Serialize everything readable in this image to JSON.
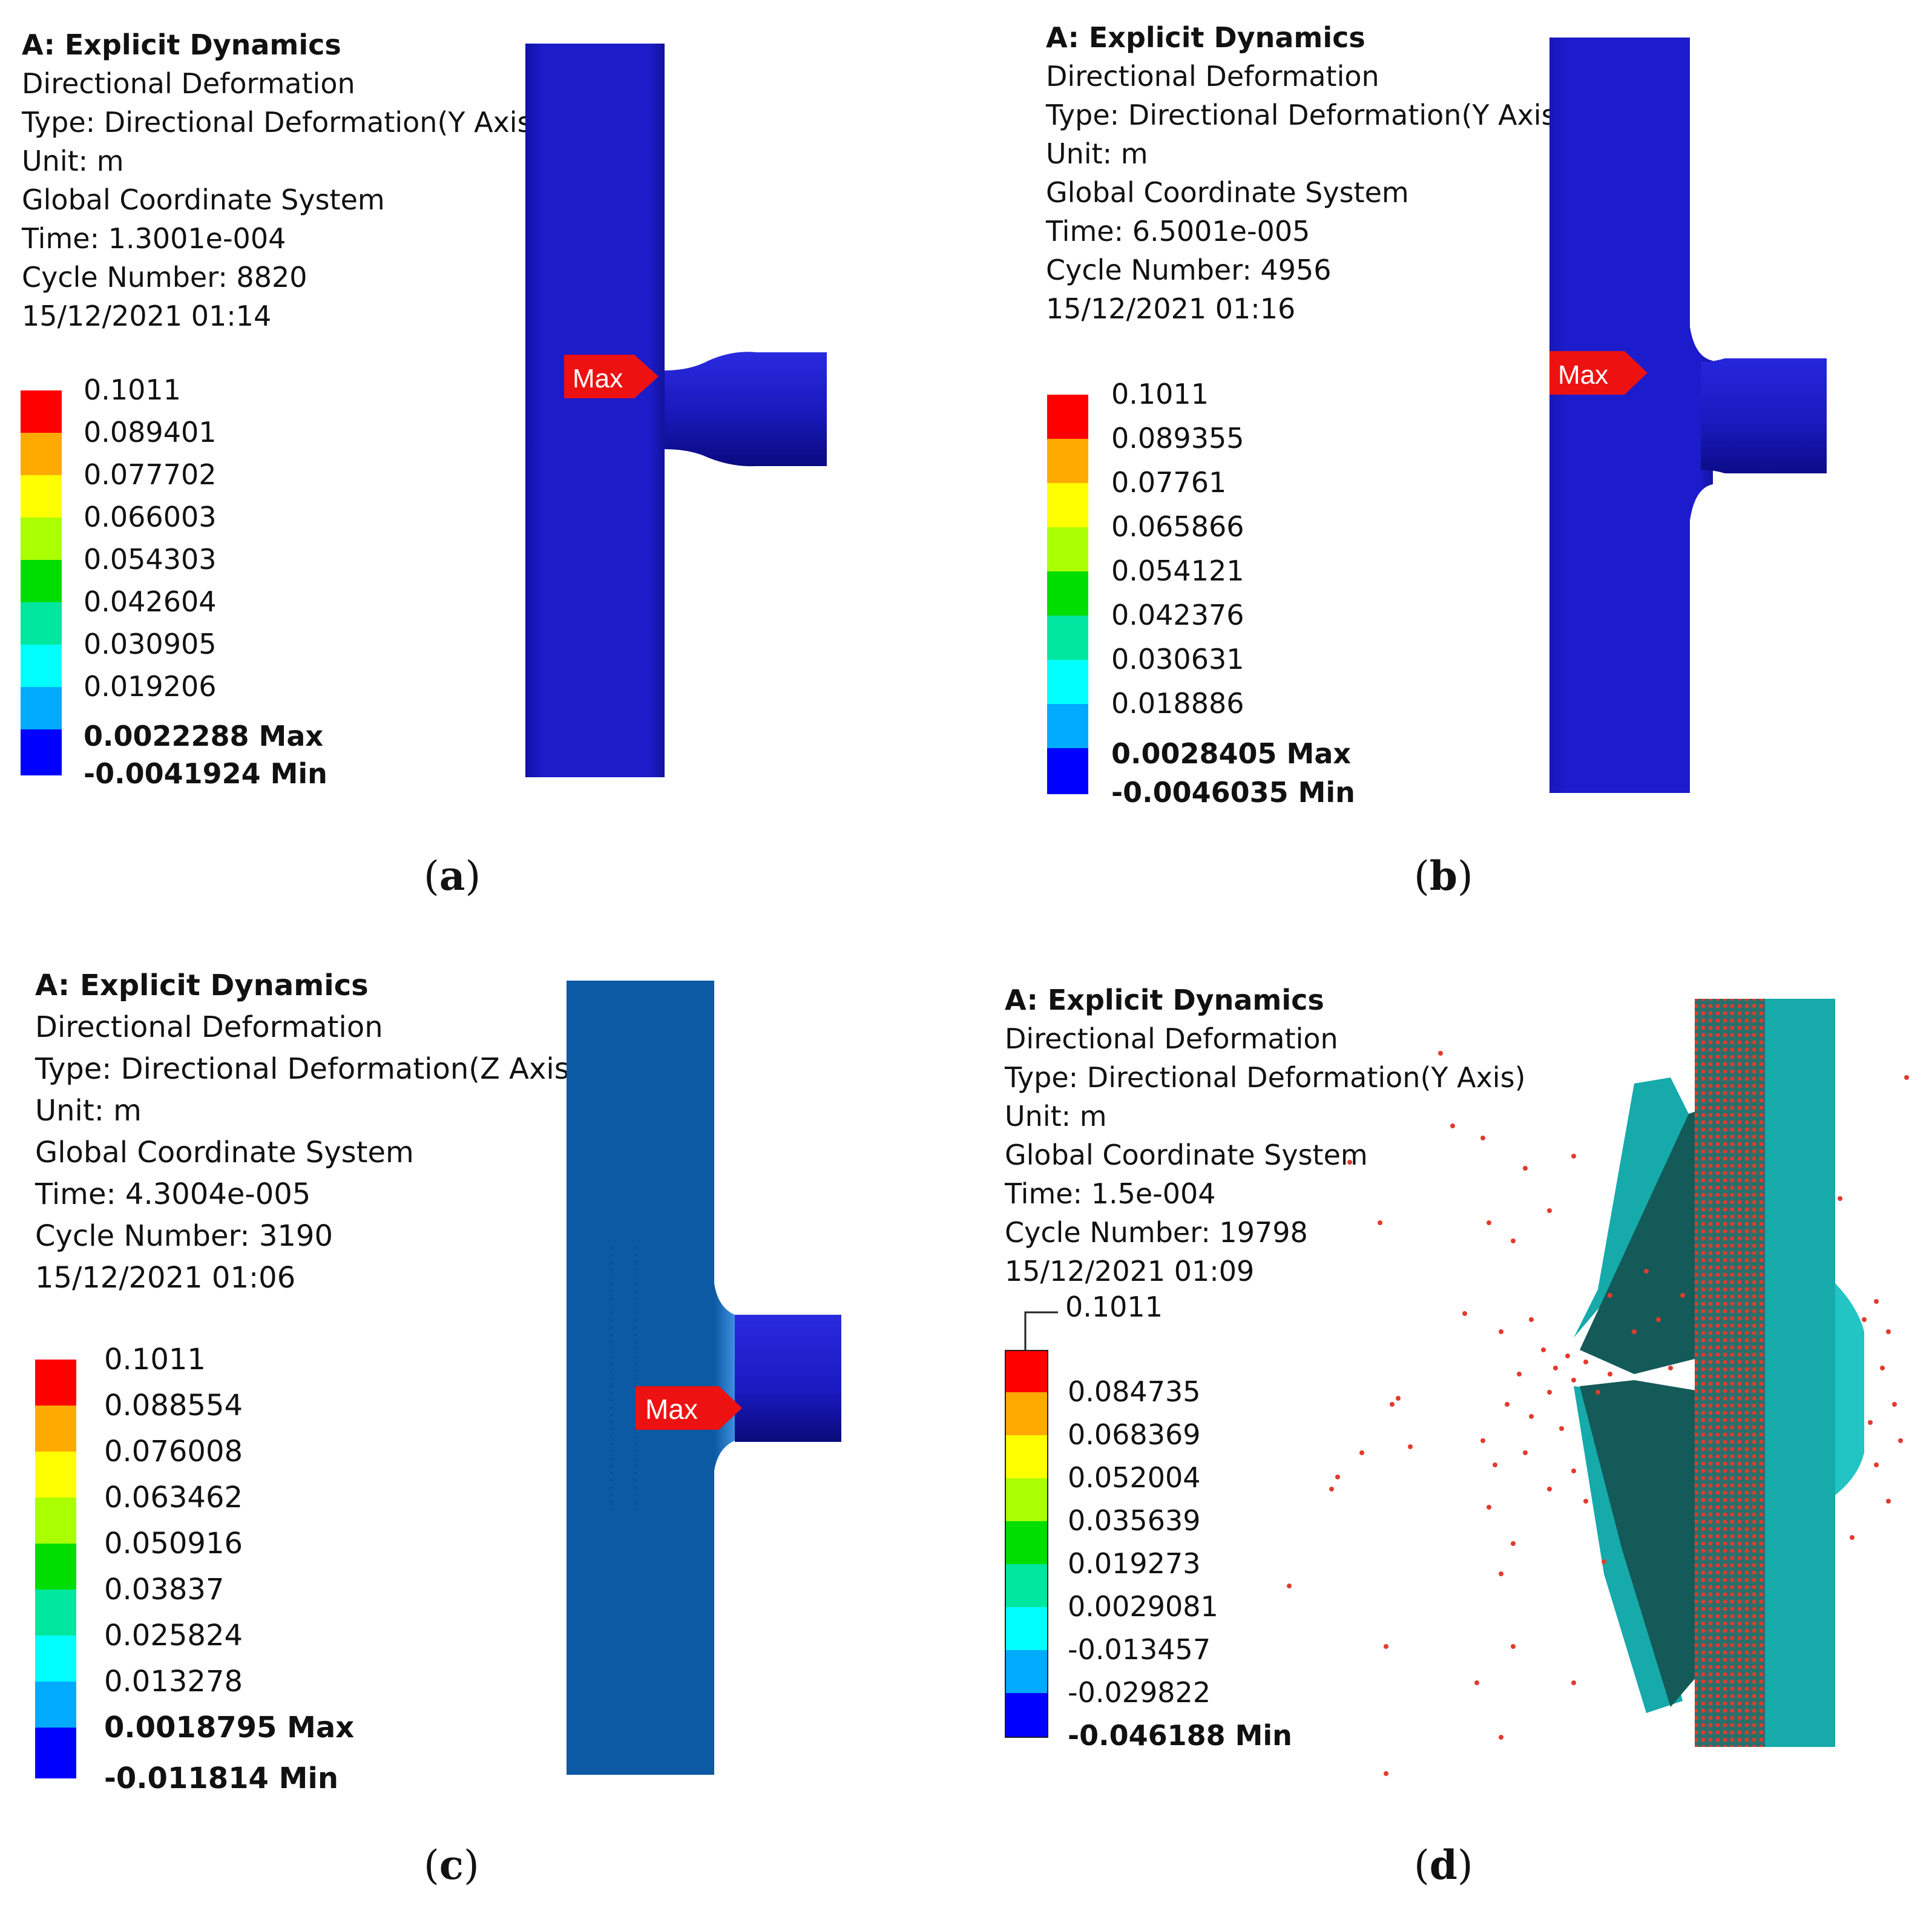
{
  "colors": {
    "red": "#ff0000",
    "orange": "#ffaa00",
    "yellow": "#ffff00",
    "lime": "#aaff00",
    "green": "#00dd00",
    "teal": "#00e7a0",
    "cyan": "#00ffff",
    "sky": "#00aaff",
    "blue": "#0000ff",
    "model_blue": "#1c1ccc",
    "model_blue_c": "#0b5aa3",
    "model_teal_d": "#16aaaa",
    "max_tag": "#ee1111"
  },
  "panels": [
    {
      "caption": "a",
      "title": "A: Explicit Dynamics",
      "result": "Directional Deformation",
      "type": "Type: Directional Deformation(Y Axis)",
      "unit": "Unit: m",
      "coords": "Global Coordinate System",
      "time": "Time: 1.3001e-004",
      "cycle": "Cycle Number: 8820",
      "date": "15/12/2021 01:14",
      "legend": [
        "0.1011",
        "0.089401",
        "0.077702",
        "0.066003",
        "0.054303",
        "0.042604",
        "0.030905",
        "0.019206",
        "0.0022288 Max",
        "-0.0041924 Min"
      ],
      "probe": "Max"
    },
    {
      "caption": "b",
      "title": "A: Explicit Dynamics",
      "result": "Directional Deformation",
      "type": "Type: Directional Deformation(Y Axis)",
      "unit": "Unit: m",
      "coords": "Global Coordinate System",
      "time": "Time: 6.5001e-005",
      "cycle": "Cycle Number: 4956",
      "date": "15/12/2021 01:16",
      "legend": [
        "0.1011",
        "0.089355",
        "0.07761",
        "0.065866",
        "0.054121",
        "0.042376",
        "0.030631",
        "0.018886",
        "0.0028405 Max",
        "-0.0046035 Min"
      ],
      "probe": "Max"
    },
    {
      "caption": "c",
      "title": "A: Explicit Dynamics",
      "result": "Directional Deformation",
      "type": "Type: Directional Deformation(Z Axis)",
      "unit": "Unit: m",
      "coords": "Global Coordinate System",
      "time": "Time: 4.3004e-005",
      "cycle": "Cycle Number: 3190",
      "date": "15/12/2021 01:06",
      "legend": [
        "0.1011",
        "0.088554",
        "0.076008",
        "0.063462",
        "0.050916",
        "0.03837",
        "0.025824",
        "0.013278",
        "0.0018795 Max",
        "-0.011814 Min"
      ],
      "probe": "Max"
    },
    {
      "caption": "d",
      "title": "A: Explicit Dynamics",
      "result": "Directional Deformation",
      "type": "Type: Directional Deformation(Y Axis)",
      "unit": "Unit: m",
      "coords": "Global Coordinate System",
      "time": "Time: 1.5e-004",
      "cycle": "Cycle Number: 19798",
      "date": "15/12/2021 01:09",
      "legend": [
        "0.1011",
        "0.084735",
        "0.068369",
        "0.052004",
        "0.035639",
        "0.019273",
        "0.0029081",
        "-0.013457",
        "-0.029822",
        "-0.046188 Min"
      ]
    }
  ]
}
